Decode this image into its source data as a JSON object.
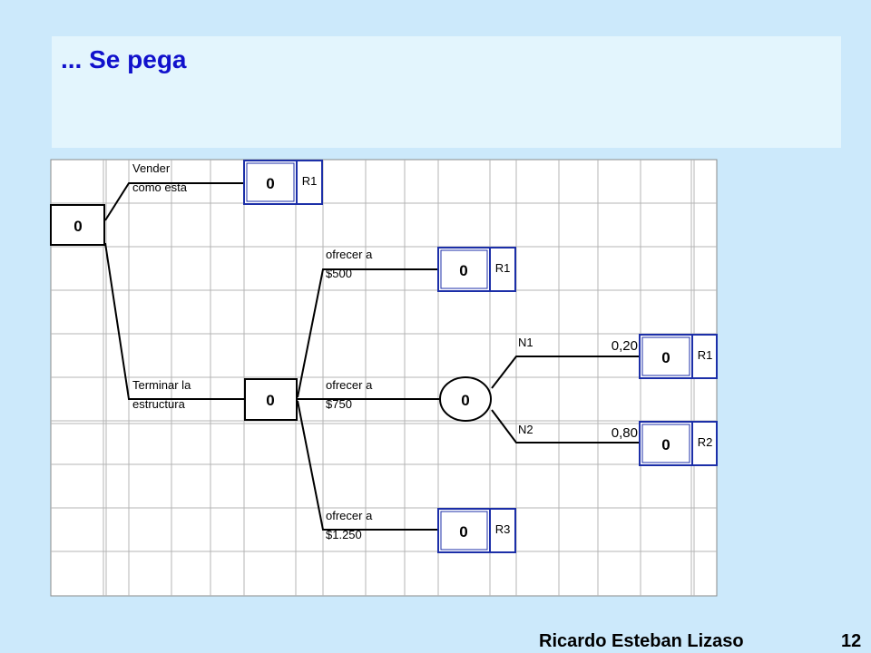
{
  "slide": {
    "title": "... Se pega",
    "author": "Ricardo Esteban Lizaso",
    "page": "12"
  },
  "tree": {
    "root_value": "0",
    "branches": {
      "vender": [
        "Vender",
        "como está"
      ],
      "terminar": [
        "Terminar la",
        "estructura"
      ],
      "ofrecer_500": [
        "ofrecer a",
        "$500"
      ],
      "ofrecer_750": [
        "ofrecer a",
        "$750"
      ],
      "ofrecer_1250": [
        "ofrecer a",
        "$1.250"
      ],
      "n1": "N1",
      "n2": "N2"
    },
    "probabilities": {
      "n1": "0,20",
      "n2": "0,80"
    },
    "nodes": {
      "decision_2": "0",
      "chance": "0"
    },
    "terminals": {
      "vender": {
        "value": "0",
        "result": "R1"
      },
      "ofrecer_500": {
        "value": "0",
        "result": "R1"
      },
      "n1": {
        "value": "0",
        "result": "R1"
      },
      "n2": {
        "value": "0",
        "result": "R2"
      },
      "ofrecer_1250": {
        "value": "0",
        "result": "R3"
      }
    },
    "colors": {
      "terminal_border": "#1c2fa8",
      "grid": "#b4b4b4",
      "line": "#000000"
    }
  }
}
